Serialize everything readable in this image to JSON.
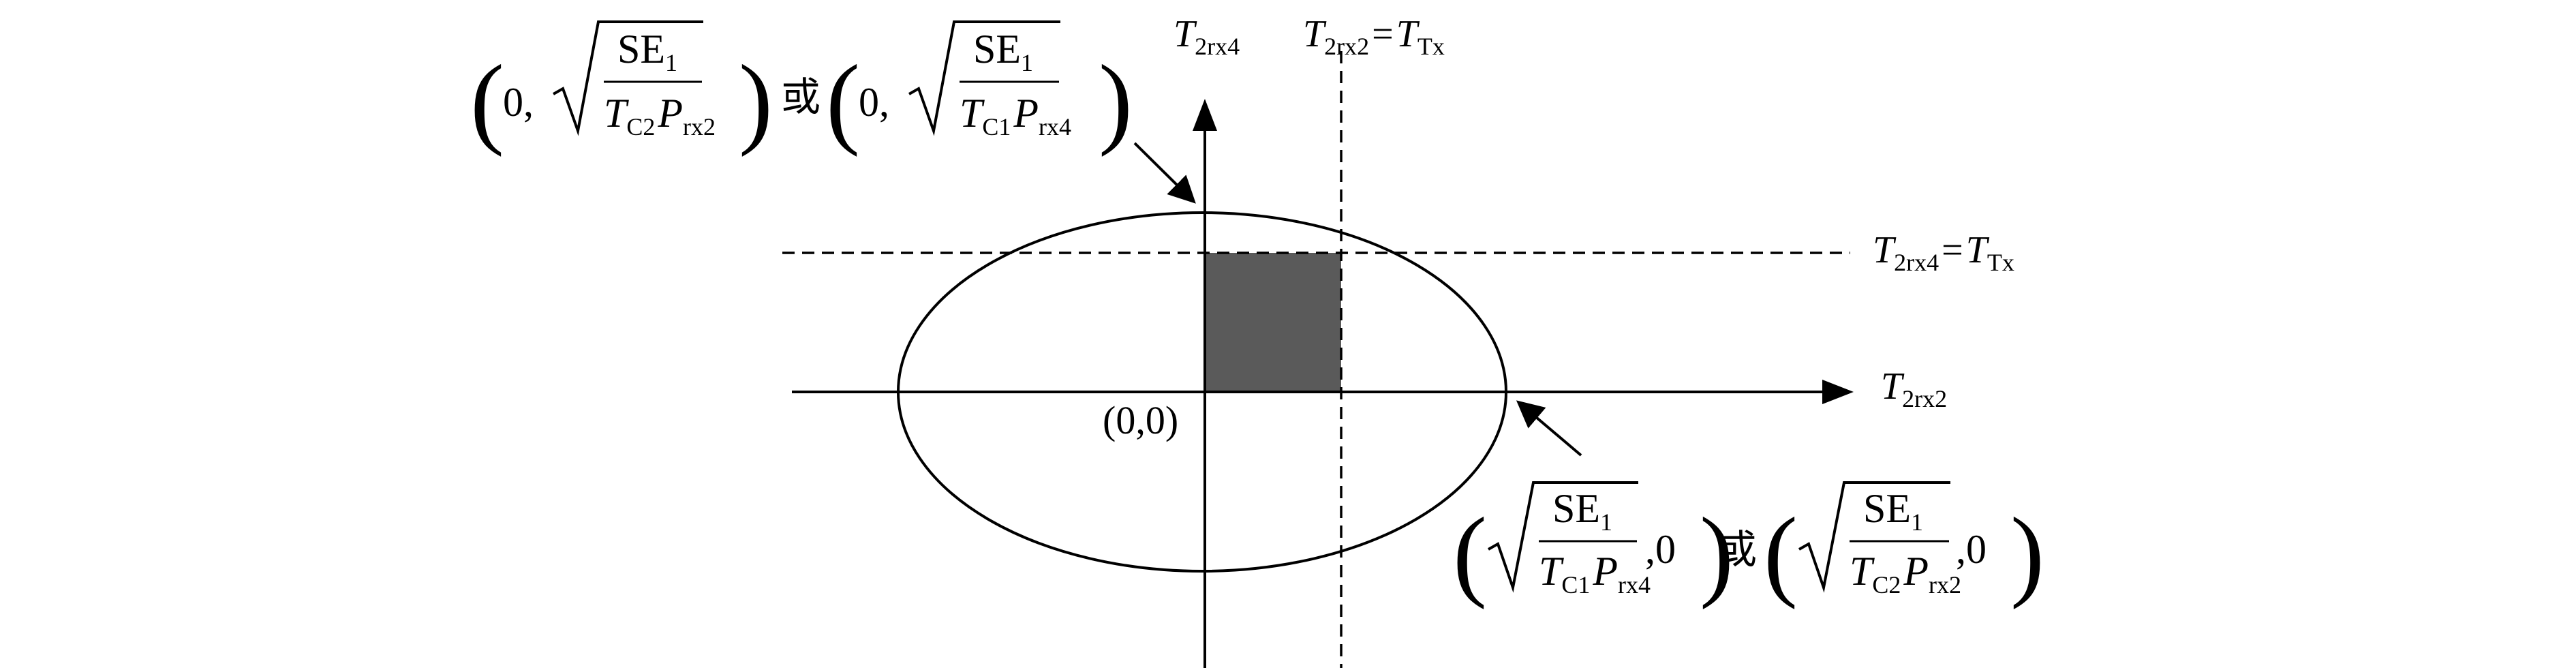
{
  "axes": {
    "x_label": {
      "main": "T",
      "sub": "2rx2"
    },
    "y_label": {
      "main": "T",
      "sub": "2rx4"
    }
  },
  "threshold_lines": {
    "vertical": {
      "lhs_main": "T",
      "lhs_sub": "2rx2",
      "equals": "=",
      "rhs_main": "T",
      "rhs_sub": "Tx"
    },
    "horizontal": {
      "lhs_main": "T",
      "lhs_sub": "2rx4",
      "equals": "=",
      "rhs_main": "T",
      "rhs_sub": "Tx"
    }
  },
  "origin_label": "(0,0)",
  "top_point_label": {
    "zero": "0,",
    "numerator_main": "SE",
    "numerator_sub": "1",
    "option_a": {
      "t_main": "T",
      "t_sub": "C2",
      "p_main": "P",
      "p_sub": "rx2"
    },
    "connector": "或",
    "option_b": {
      "t_main": "T",
      "t_sub": "C1",
      "p_main": "P",
      "p_sub": "rx4"
    }
  },
  "right_point_label": {
    "zero": ",0",
    "numerator_main": "SE",
    "numerator_sub": "1",
    "option_a": {
      "t_main": "T",
      "t_sub": "C1",
      "p_main": "P",
      "p_sub": "rx4"
    },
    "connector": "或",
    "option_b": {
      "t_main": "T",
      "t_sub": "C2",
      "p_main": "P",
      "p_sub": "rx2"
    }
  },
  "colors": {
    "feasible_region": "#5a5a5a",
    "line": "#000000"
  }
}
